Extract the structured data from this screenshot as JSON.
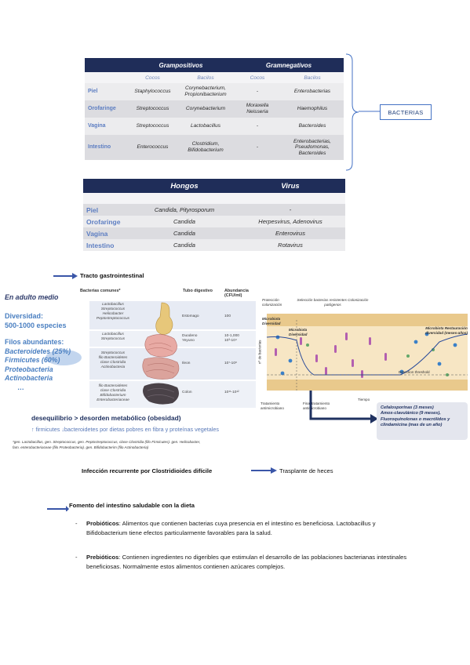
{
  "table1": {
    "headers": [
      "Grampositivos",
      "Gramnegativos"
    ],
    "subheaders": [
      "Cocos",
      "Bacilos",
      "Cocos",
      "Bacilos"
    ],
    "rows": [
      {
        "site": "Piel",
        "c1": "Staphylococcus",
        "c2": "Corynebacterium, Propionibacterium",
        "c3": "-",
        "c4": "Enterobacterias"
      },
      {
        "site": "Orofaringe",
        "c1": "Streptococcus",
        "c2": "Corynebacterium",
        "c3": "Moraxella Neisseria",
        "c4": "Haemophilus"
      },
      {
        "site": "Vagina",
        "c1": "Streptococcus",
        "c2": "Lactobacillus",
        "c3": "-",
        "c4": "Bacteroides"
      },
      {
        "site": "Intestino",
        "c1": "Enterococcus",
        "c2": "Clostridium, Bifidobacterium",
        "c3": "-",
        "c4": "Enterobacterias, Pseudomonas, Bacteroides"
      }
    ]
  },
  "bacterias_label": "BACTERIAS",
  "table2": {
    "headers": [
      "Hongos",
      "Virus"
    ],
    "rows": [
      {
        "site": "Piel",
        "hongos": "Candida, Pityrosporum",
        "virus": "-"
      },
      {
        "site": "Orofaringe",
        "hongos": "Candida",
        "virus": "Herpesvirus, Adenovirus"
      },
      {
        "site": "Vagina",
        "hongos": "Candida",
        "virus": "Enterovirus"
      },
      {
        "site": "Intestino",
        "hongos": "Candida",
        "virus": "Rotavirus"
      }
    ]
  },
  "tracto_label": "Tracto gastrointestinal",
  "adult": {
    "title": "En adulto medio",
    "diversity_label": "Diversidad:",
    "diversity_value": "500-1000 especies",
    "phyla_title": "Filos abundantes:",
    "phyla": [
      "Bacteroidetes (25%)",
      "Firmicutes (60%)",
      "Proteobacteria",
      "Actinobacteria",
      "…"
    ]
  },
  "gut_diagram": {
    "col_bacteria": "Bacterias comunes*",
    "col_tube": "Tubo digestivo",
    "col_abund": "Abundancia (CFU/ml)",
    "sections": [
      {
        "bacteria": [
          "Lactobacillus",
          "Streptococcus",
          "Helicobacter",
          "Peptostreptococcus"
        ],
        "organ": "Estomago",
        "abund": "100"
      },
      {
        "bacteria": [
          "Lactobacillus",
          "Streptococcus"
        ],
        "organ": "Duodeno Yeyuno",
        "abund": "10-1,000 10³-10⁴"
      },
      {
        "bacteria": [
          "Streptococcus",
          "filo Bacteroidetes",
          "clase Clostridia",
          "Actinobacteria"
        ],
        "organ": "Ileon",
        "abund": "10⁷-10⁸"
      },
      {
        "bacteria": [
          "filo Bacteroidetes",
          "clase Clostridia",
          "Bifidobacterium",
          "Enterobacteriaceae"
        ],
        "organ": "Colon",
        "abund": "10¹¹-10¹²"
      }
    ]
  },
  "desequilibrio": "desequilibrio > desorden metabólico (obesidad)",
  "firmicutes_note": "↑ firmicutes ↓bacteroidetes por dietas pobres en fibra y proteínas vegetales",
  "footnote_1": "*gen. Lactobacillus, gen. Streptococcus, gen. Peptostreptococcus, clase Clostridia (filo Firmicutes). gen. Helicobacter,",
  "footnote_2": "fam. enterobacteriaceae (filo Proteobacteria). gen. Bifidobacterim (filo Actinobacteria)",
  "timeline": {
    "proteccion": "Protección colonización",
    "seleccion": "Selección bacterias resistentes Colonización patógenos",
    "microbiota1": "Microbiota Diversidad",
    "microbiota2": "Microbiota Diversidad",
    "microbiota3": "Microbiota Restauración diversidad (meses-años)",
    "ylabel": "nº de bacterias",
    "threshold": "Detection threshold",
    "tiempo": "Tiempo",
    "tratamiento": "Tratamiento antimicrobiano",
    "final": "Final tratamiento antimicrobiano"
  },
  "antibiotics_box": {
    "line1": "Cefalosporinas (3 meses)",
    "line2": "Amox-clavulánico (9 meses),",
    "line3": "Fluoroquinolonas o macrólidos y",
    "line4": "clindamicina (mas de un año)"
  },
  "infeccion": "Infección recurrente por Clostridioides difícile",
  "trasplante": "Trasplante de heces",
  "fomento": "Fomento del intestino saludable con la dieta",
  "probioticos_label": "Probióticos",
  "probioticos_text": ": Alimentos que contienen bacterias cuya presencia en el intestino es beneficiosa. Lactobacillus y Bifidobacterium tiene efectos particularmente favorables para la salud.",
  "prebioticos_label": "Prebióticos",
  "prebioticos_text": ": Contienen ingredientes no digeribles que estimulan el desarrollo de las poblaciones bacterianas intestinales beneficiosas. Normalmente estos alimentos contienen azúcares complejos.",
  "colors": {
    "navy": "#1f2d59",
    "accent": "#5d7ec2",
    "arrow": "#3a56a8"
  }
}
